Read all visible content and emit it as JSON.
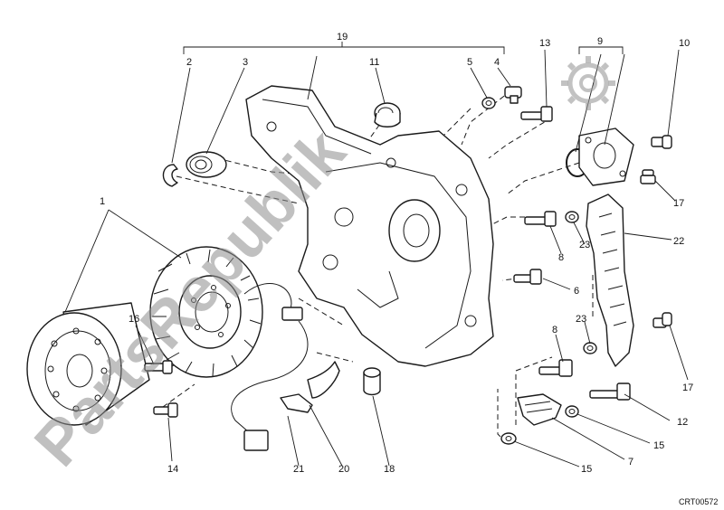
{
  "diagram": {
    "drawing_code": "CRT00572",
    "watermark": "PartsRepublik",
    "callouts": {
      "c1": "1",
      "c2": "2",
      "c3": "3",
      "c4": "4",
      "c5": "5",
      "c6": "6",
      "c7": "7",
      "c8a": "8",
      "c8b": "8",
      "c9": "9",
      "c10": "10",
      "c11": "11",
      "c12": "12",
      "c13": "13",
      "c14": "14",
      "c15a": "15",
      "c15b": "15",
      "c16": "16",
      "c17a": "17",
      "c17b": "17",
      "c18": "18",
      "c19": "19",
      "c20": "20",
      "c21": "21",
      "c22": "22",
      "c23a": "23",
      "c23b": "23"
    }
  }
}
